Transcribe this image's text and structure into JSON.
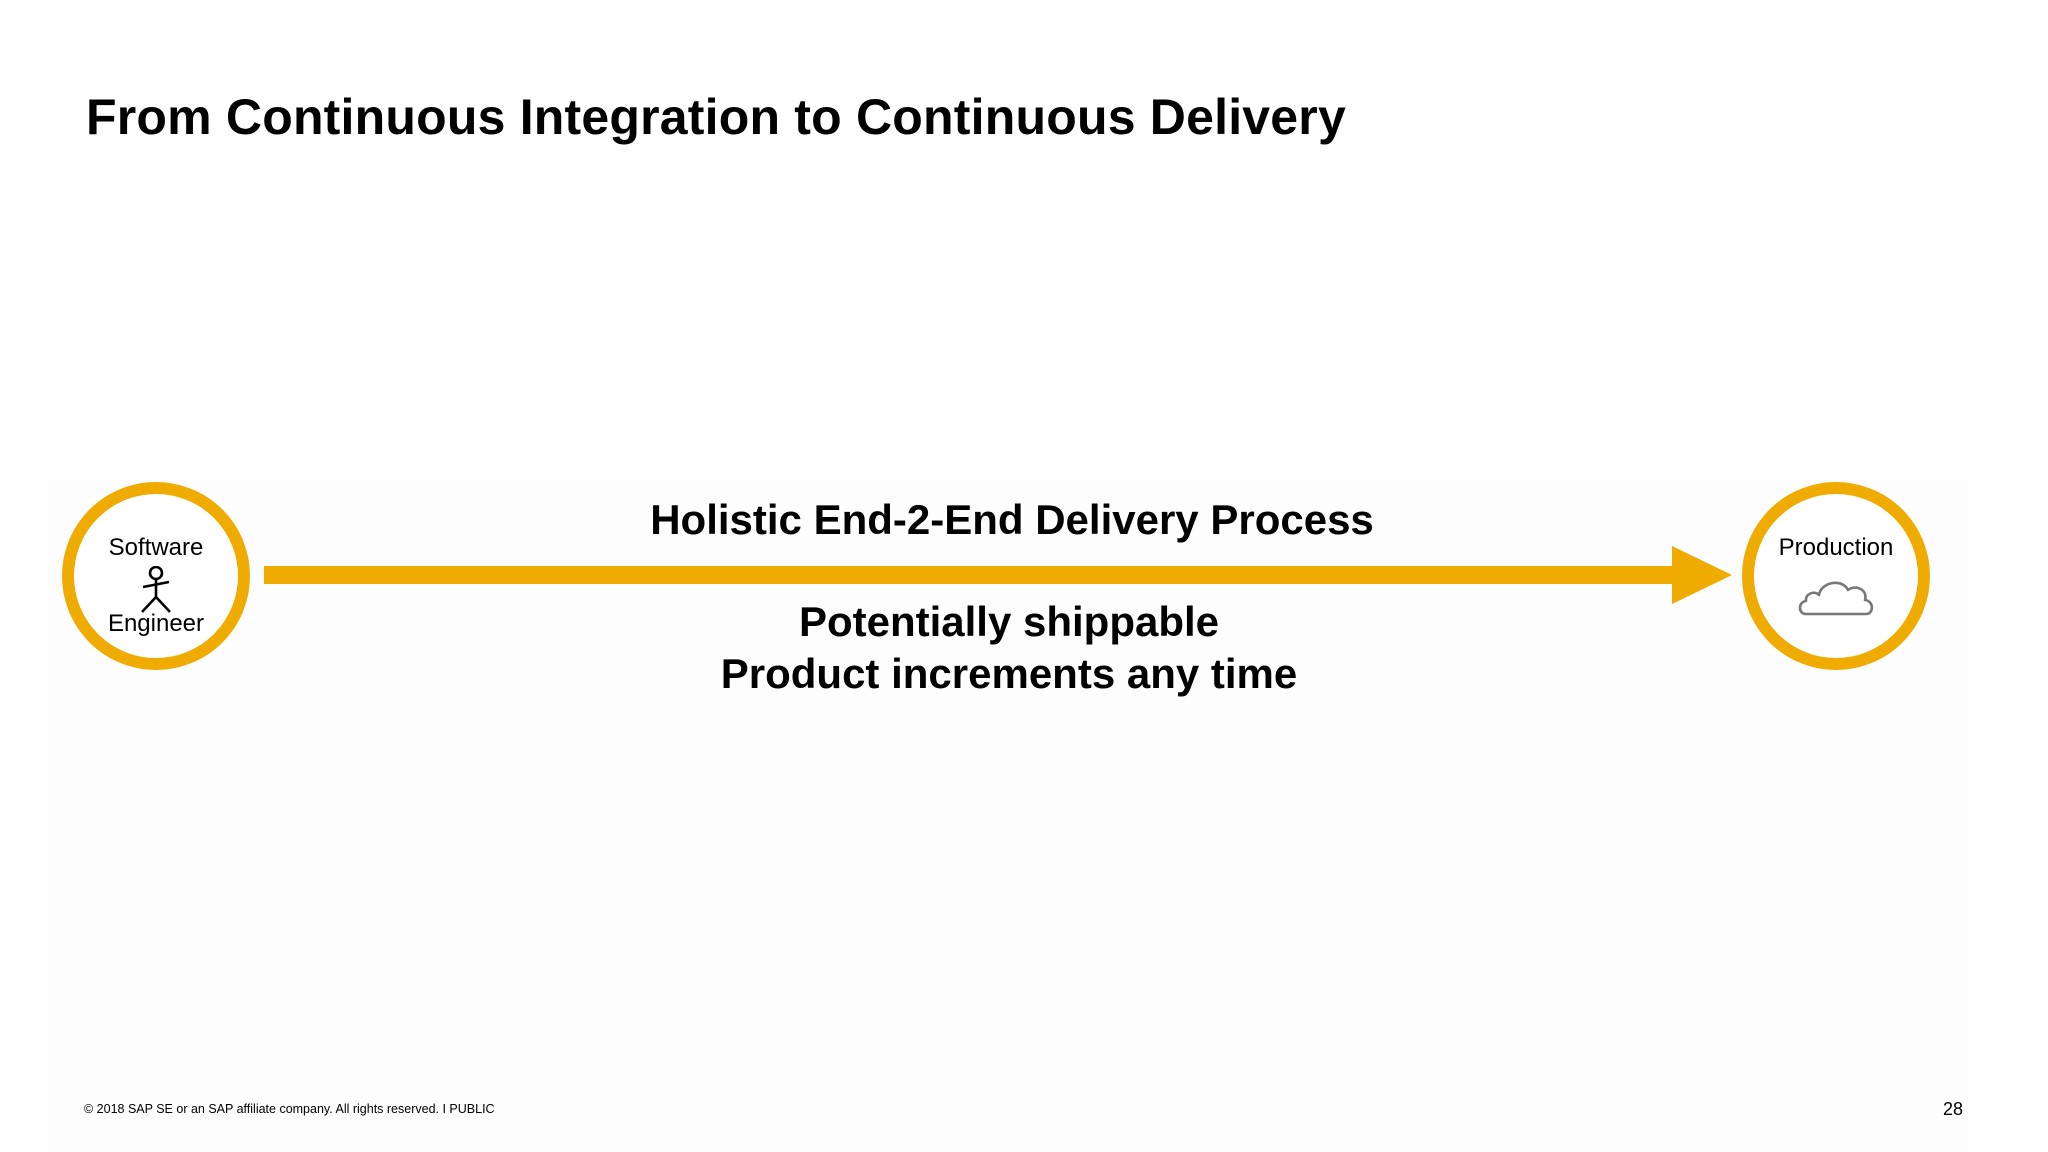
{
  "slide": {
    "title": "From Continuous Integration to Continuous Delivery",
    "page_number": "28",
    "footer": "© 2018 SAP SE or an SAP affiliate company. All rights reserved.   I   PUBLIC"
  },
  "diagram": {
    "start_node": {
      "label_top": "Software",
      "label_bottom": "Engineer",
      "icon": "person-icon"
    },
    "end_node": {
      "label": "Production",
      "icon": "cloud-icon"
    },
    "arrow_label": "Holistic End-2-End Delivery Process",
    "caption_line_1": "Potentially shippable",
    "caption_line_2": "Product increments any time"
  },
  "colors": {
    "accent": "#f0ab00",
    "text": "#000000",
    "icon_stroke": "#777777"
  }
}
